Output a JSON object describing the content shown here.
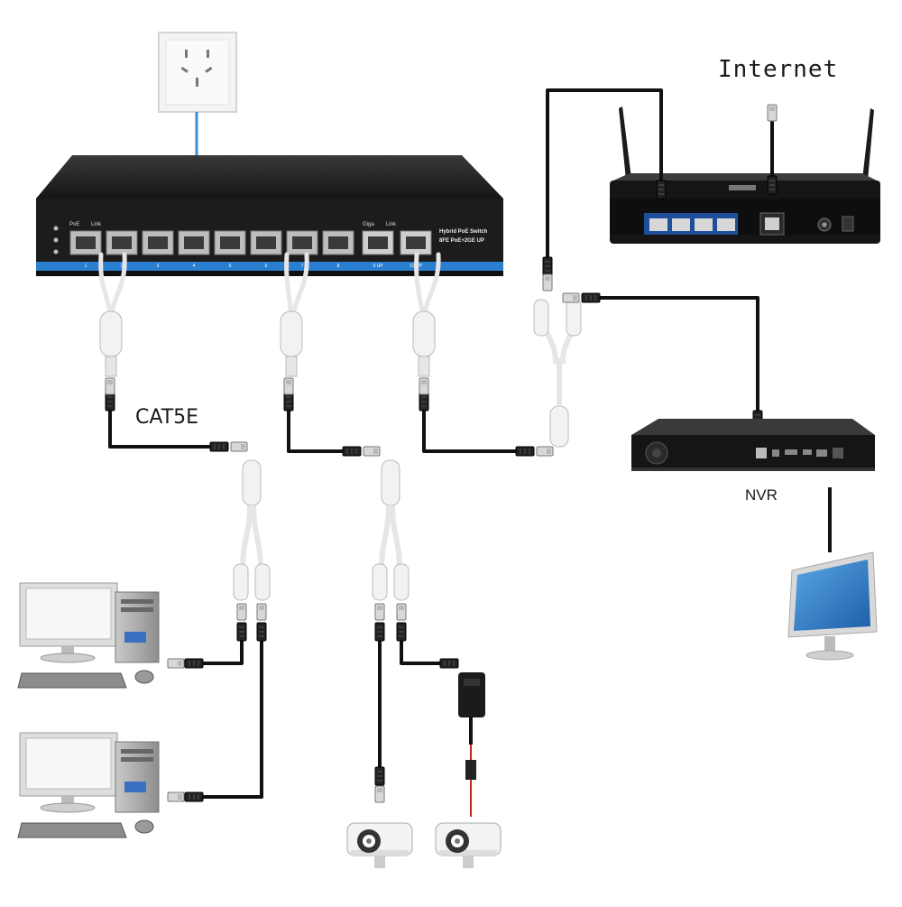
{
  "labels": {
    "internet": "Internet",
    "cat5e": "CAT5E",
    "nvr": "NVR"
  },
  "switch": {
    "poe_label": "PoE",
    "link_label": "Link",
    "giga_label": "Giga",
    "link2_label": "Link",
    "model_line1": "Hybrid PoE Switch",
    "model_line2": "8FE PoE+2GE UP",
    "port_numbers": [
      "1",
      "2",
      "3",
      "4",
      "5",
      "6",
      "7",
      "8",
      "9 UP",
      "10 UP"
    ]
  },
  "colors": {
    "switch_body": "#1f1f1f",
    "switch_stripe": "#2b7fd1",
    "cable": "#111111",
    "power_cable": "#3a8fd8",
    "monitor_screen": "#2f7fc8",
    "splitter": "#eeeeee"
  },
  "icons": [
    "wall-socket-icon",
    "poe-switch-icon",
    "router-icon",
    "nvr-icon",
    "monitor-icon",
    "desktop-computer-icon",
    "ip-camera-icon",
    "poe-splitter-icon",
    "dc-adapter-icon",
    "rj45-connector-icon"
  ]
}
